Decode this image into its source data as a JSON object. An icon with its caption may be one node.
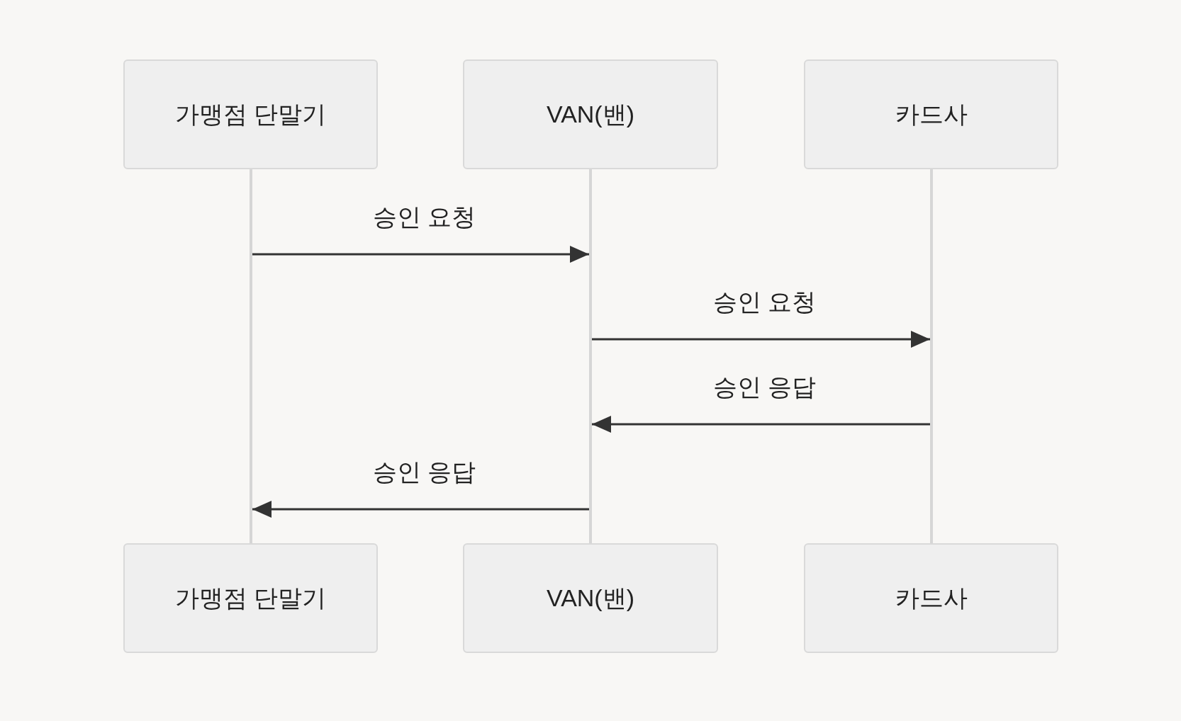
{
  "diagram": {
    "nodes": [
      {
        "text": [
          "가맹점 단말기"
        ]
      },
      {
        "text": [
          "VAN(밴)"
        ]
      },
      {
        "text": [
          "카드사"
        ]
      },
      {
        "text": [],
        "shape": "bar"
      },
      {
        "text": [],
        "shape": "bar"
      },
      {
        "text": [],
        "shape": "bar"
      },
      {
        "text": [
          "가맹점 단말기"
        ]
      },
      {
        "text": [
          "VAN(밴)"
        ]
      },
      {
        "text": [
          "카드사"
        ]
      }
    ],
    "edges": [
      {
        "from": 3,
        "to": 4,
        "arrow": "to",
        "label": "승인 요청"
      },
      {
        "from": 4,
        "to": 5,
        "arrow": "to",
        "label": "승인 요청"
      },
      {
        "from": 5,
        "to": 4,
        "arrow": "to",
        "label": "승인 응답"
      },
      {
        "from": 4,
        "to": 3,
        "arrow": "to",
        "label": "승인 응답"
      }
    ]
  }
}
